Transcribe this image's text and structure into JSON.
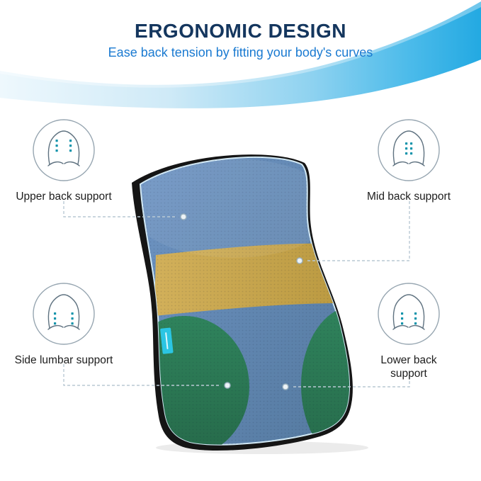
{
  "header": {
    "title": "ERGONOMIC DESIGN",
    "subtitle": "Ease back tension by fitting your body's curves"
  },
  "callouts": [
    {
      "label": "Upper back support"
    },
    {
      "label": "Mid back support"
    },
    {
      "label": "Side lumbar support"
    },
    {
      "label": "Lower back support"
    }
  ],
  "icons": {
    "callout_icon": "back-outline-with-pressure-points"
  },
  "colors": {
    "title_navy": "#14365e",
    "subtitle_blue": "#1a7ad1",
    "wave_light": "#eef8fd",
    "wave_deep": "#23a9e2",
    "pillow_blue": "#5d85b5",
    "band_yellow": "#c9a851",
    "support_green": "#2d7c58",
    "side_panel_black": "#151515",
    "piping_light_blue": "#d2e9f5",
    "brand_tag_cyan": "#2bc5e3",
    "leader_gray": "#b9c9d4",
    "pressure_dot_teal": "#1494ab"
  }
}
